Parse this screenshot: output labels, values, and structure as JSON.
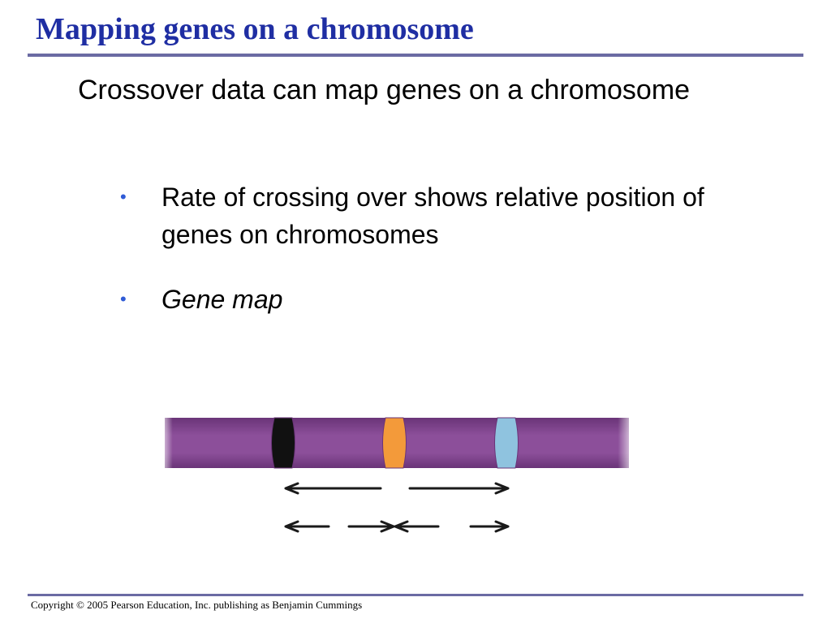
{
  "slide": {
    "title": "Mapping genes on a chromosome",
    "main_point": "Crossover data can map genes on a chromosome",
    "bullets": [
      {
        "text": "Rate of crossing over shows relative position of genes on chromosomes",
        "italic": false
      },
      {
        "text": "Gene map",
        "italic": true
      }
    ],
    "bullet_glyph": "•",
    "footer": "Copyright © 2005 Pearson Education, Inc. publishing as Benjamin Cummings"
  },
  "colors": {
    "title": "#1f2ea3",
    "rule": "#6b6ba3",
    "bullet": "#2f5bd6",
    "chromosome": "#8c4f9a",
    "chromosome_dark": "#6a3478",
    "band_black": "#111111",
    "band_orange": "#f39a3a",
    "band_blue": "#8fc3df",
    "arrow": "#1a1a1a"
  },
  "diagram": {
    "bands": [
      "black-band",
      "orange-band",
      "blue-band"
    ],
    "arrows": [
      "long-arrow-left",
      "long-arrow-right",
      "short-arrow-left-1",
      "short-arrow-right-1",
      "short-arrow-left-2",
      "short-arrow-right-2"
    ]
  }
}
